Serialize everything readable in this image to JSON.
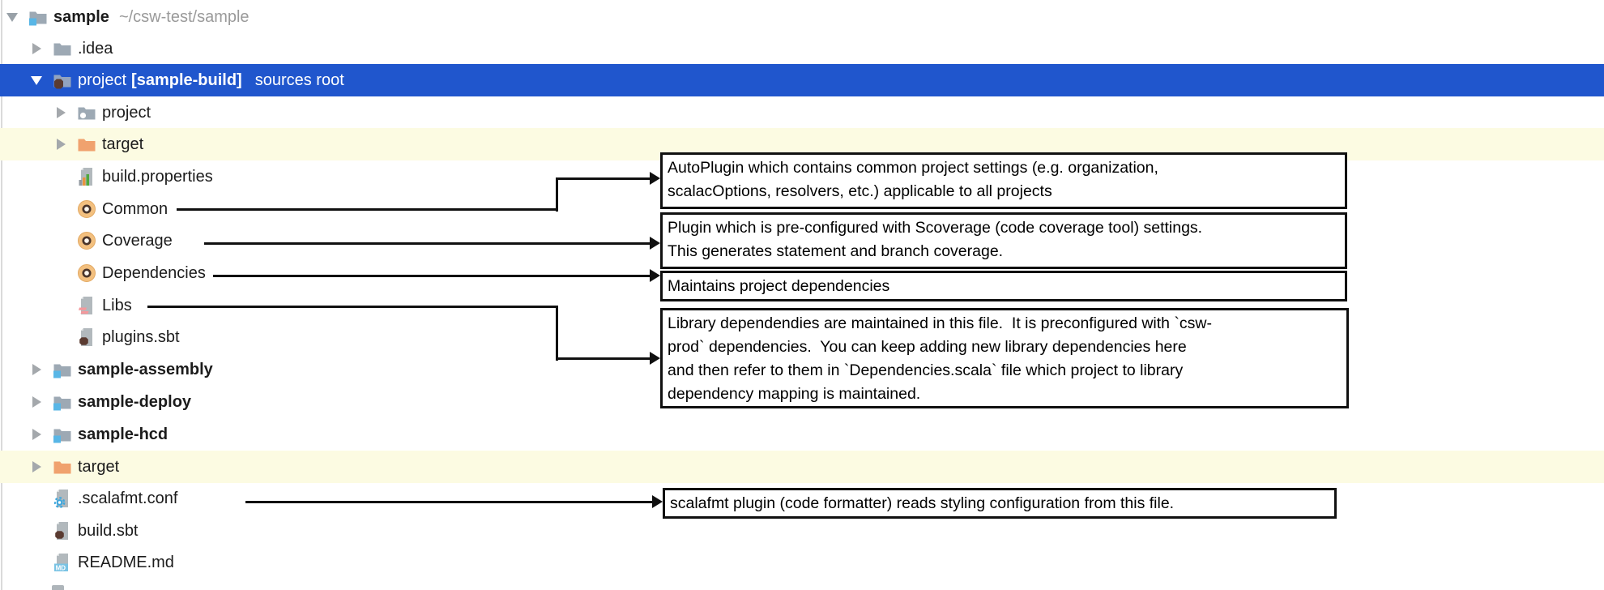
{
  "colors": {
    "selection_blue": "#2056cd",
    "row_highlight_yellow": "#fcfbe2",
    "folder_gray": "#9da9b4",
    "folder_blue_gray": "#92a4c0",
    "folder_orange": "#f0a26e",
    "badge_blue": "#58b6e6",
    "sbt_brown": "#5a3b31",
    "scala_sand": "#f3c07f",
    "ring_brown": "#4a352b",
    "file_gray": "#b2b9bd",
    "bar_orange": "#e8943e",
    "bar_green": "#4fa83d",
    "pink": "#f5989c",
    "gear_blue": "#3fa7dd",
    "md_blue": "#79c3e4",
    "annotation_black": "#101010"
  },
  "tree": {
    "items": [
      {
        "label": "sample",
        "bold": true,
        "path": "~/csw-test/sample",
        "level": 0,
        "chevron": "expanded",
        "icon": "module-folder"
      },
      {
        "label": ".idea",
        "level": 1,
        "chevron": "collapsed",
        "icon": "folder"
      },
      {
        "label": "project",
        "label_bold": "[sample-build]",
        "label_suffix": "sources root",
        "level": 1,
        "chevron": "expanded",
        "icon": "sbt-folder",
        "selected": true
      },
      {
        "label": "project",
        "level": 2,
        "chevron": "collapsed",
        "icon": "excluded-folder"
      },
      {
        "label": "target",
        "level": 2,
        "chevron": "collapsed",
        "icon": "target-folder",
        "highlighted": true
      },
      {
        "label": "build.properties",
        "level": 2,
        "icon": "properties-file"
      },
      {
        "label": "Common",
        "level": 2,
        "icon": "scala-object"
      },
      {
        "label": "Coverage",
        "level": 2,
        "icon": "scala-object"
      },
      {
        "label": "Dependencies",
        "level": 2,
        "icon": "scala-object"
      },
      {
        "label": "Libs",
        "level": 2,
        "icon": "scala-file"
      },
      {
        "label": "plugins.sbt",
        "level": 2,
        "icon": "sbt-file"
      },
      {
        "label": "sample-assembly",
        "bold": true,
        "level": 1,
        "chevron": "collapsed",
        "icon": "module-folder"
      },
      {
        "label": "sample-deploy",
        "bold": true,
        "level": 1,
        "chevron": "collapsed",
        "icon": "module-folder"
      },
      {
        "label": "sample-hcd",
        "bold": true,
        "level": 1,
        "chevron": "collapsed",
        "icon": "module-folder"
      },
      {
        "label": "target",
        "level": 1,
        "chevron": "collapsed",
        "icon": "target-folder",
        "highlighted": true
      },
      {
        "label": ".scalafmt.conf",
        "level": 1,
        "icon": "conf-file"
      },
      {
        "label": "build.sbt",
        "level": 1,
        "icon": "sbt-file"
      },
      {
        "label": "README.md",
        "level": 1,
        "icon": "md-file"
      }
    ]
  },
  "callouts": [
    {
      "for": "Common",
      "lines": [
        "AutoPlugin which contains common project settings (e.g. organization,",
        "scalacOptions, resolvers, etc.) applicable to all projects"
      ]
    },
    {
      "for": "Coverage",
      "lines": [
        "Plugin which is pre-configured with Scoverage (code coverage tool) settings.",
        "This generates statement and branch coverage."
      ]
    },
    {
      "for": "Dependencies",
      "lines": [
        "Maintains project dependencies"
      ]
    },
    {
      "for": "Libs",
      "lines": [
        "Library dependendies are maintained in this file.  It is preconfigured with `csw-",
        "prod` dependencies.  You can keep adding new library dependencies here",
        "and then refer to them in `Dependencies.scala` file which project to library",
        "dependency mapping is maintained."
      ]
    },
    {
      "for": ".scalafmt.conf",
      "lines": [
        "scalafmt plugin (code formatter) reads styling configuration from this file."
      ]
    }
  ]
}
